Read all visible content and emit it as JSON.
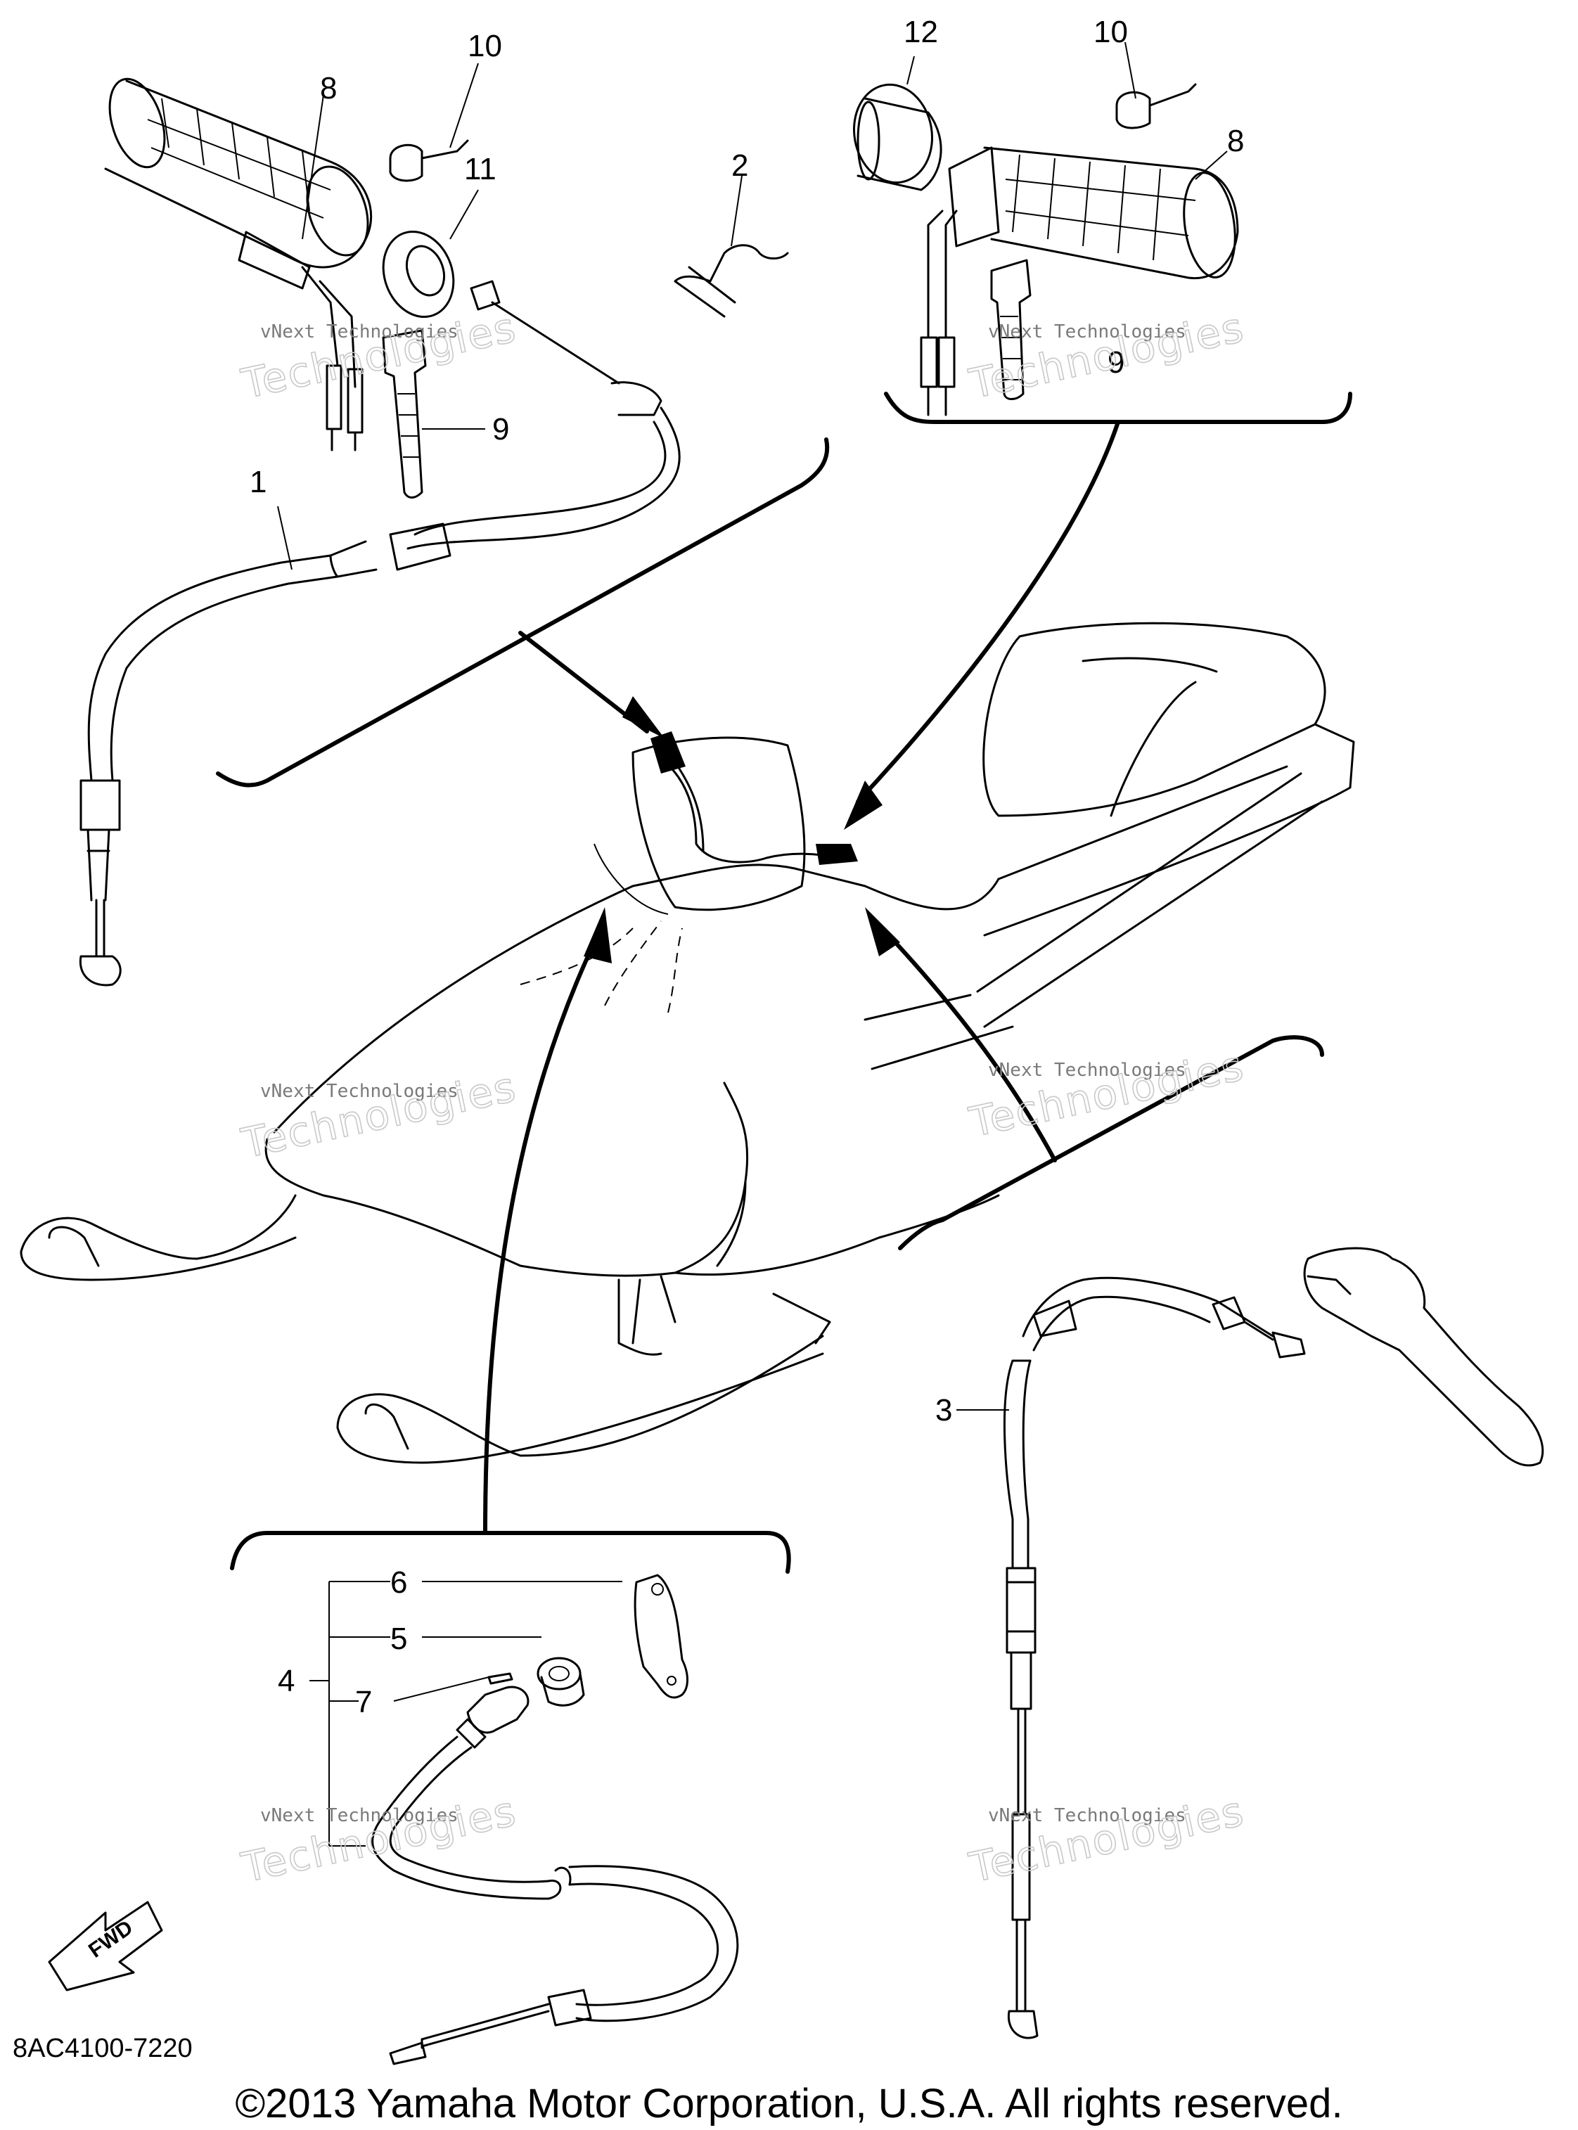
{
  "callouts": {
    "c1": "1",
    "c2": "2",
    "c3": "3",
    "c4": "4",
    "c5": "5",
    "c6": "6",
    "c7": "7",
    "c8a": "8",
    "c8b": "8",
    "c9a": "9",
    "c9b": "9",
    "c10a": "10",
    "c10b": "10",
    "c11": "11",
    "c12": "12"
  },
  "watermark": {
    "line1": "vNext Technologies",
    "line2": "Technologies",
    "line3": "vNext"
  },
  "fwd_label": "FWD",
  "part_code": "8AC4100-7220",
  "copyright": "©2013 Yamaha Motor Corporation, U.S.A. All rights reserved."
}
